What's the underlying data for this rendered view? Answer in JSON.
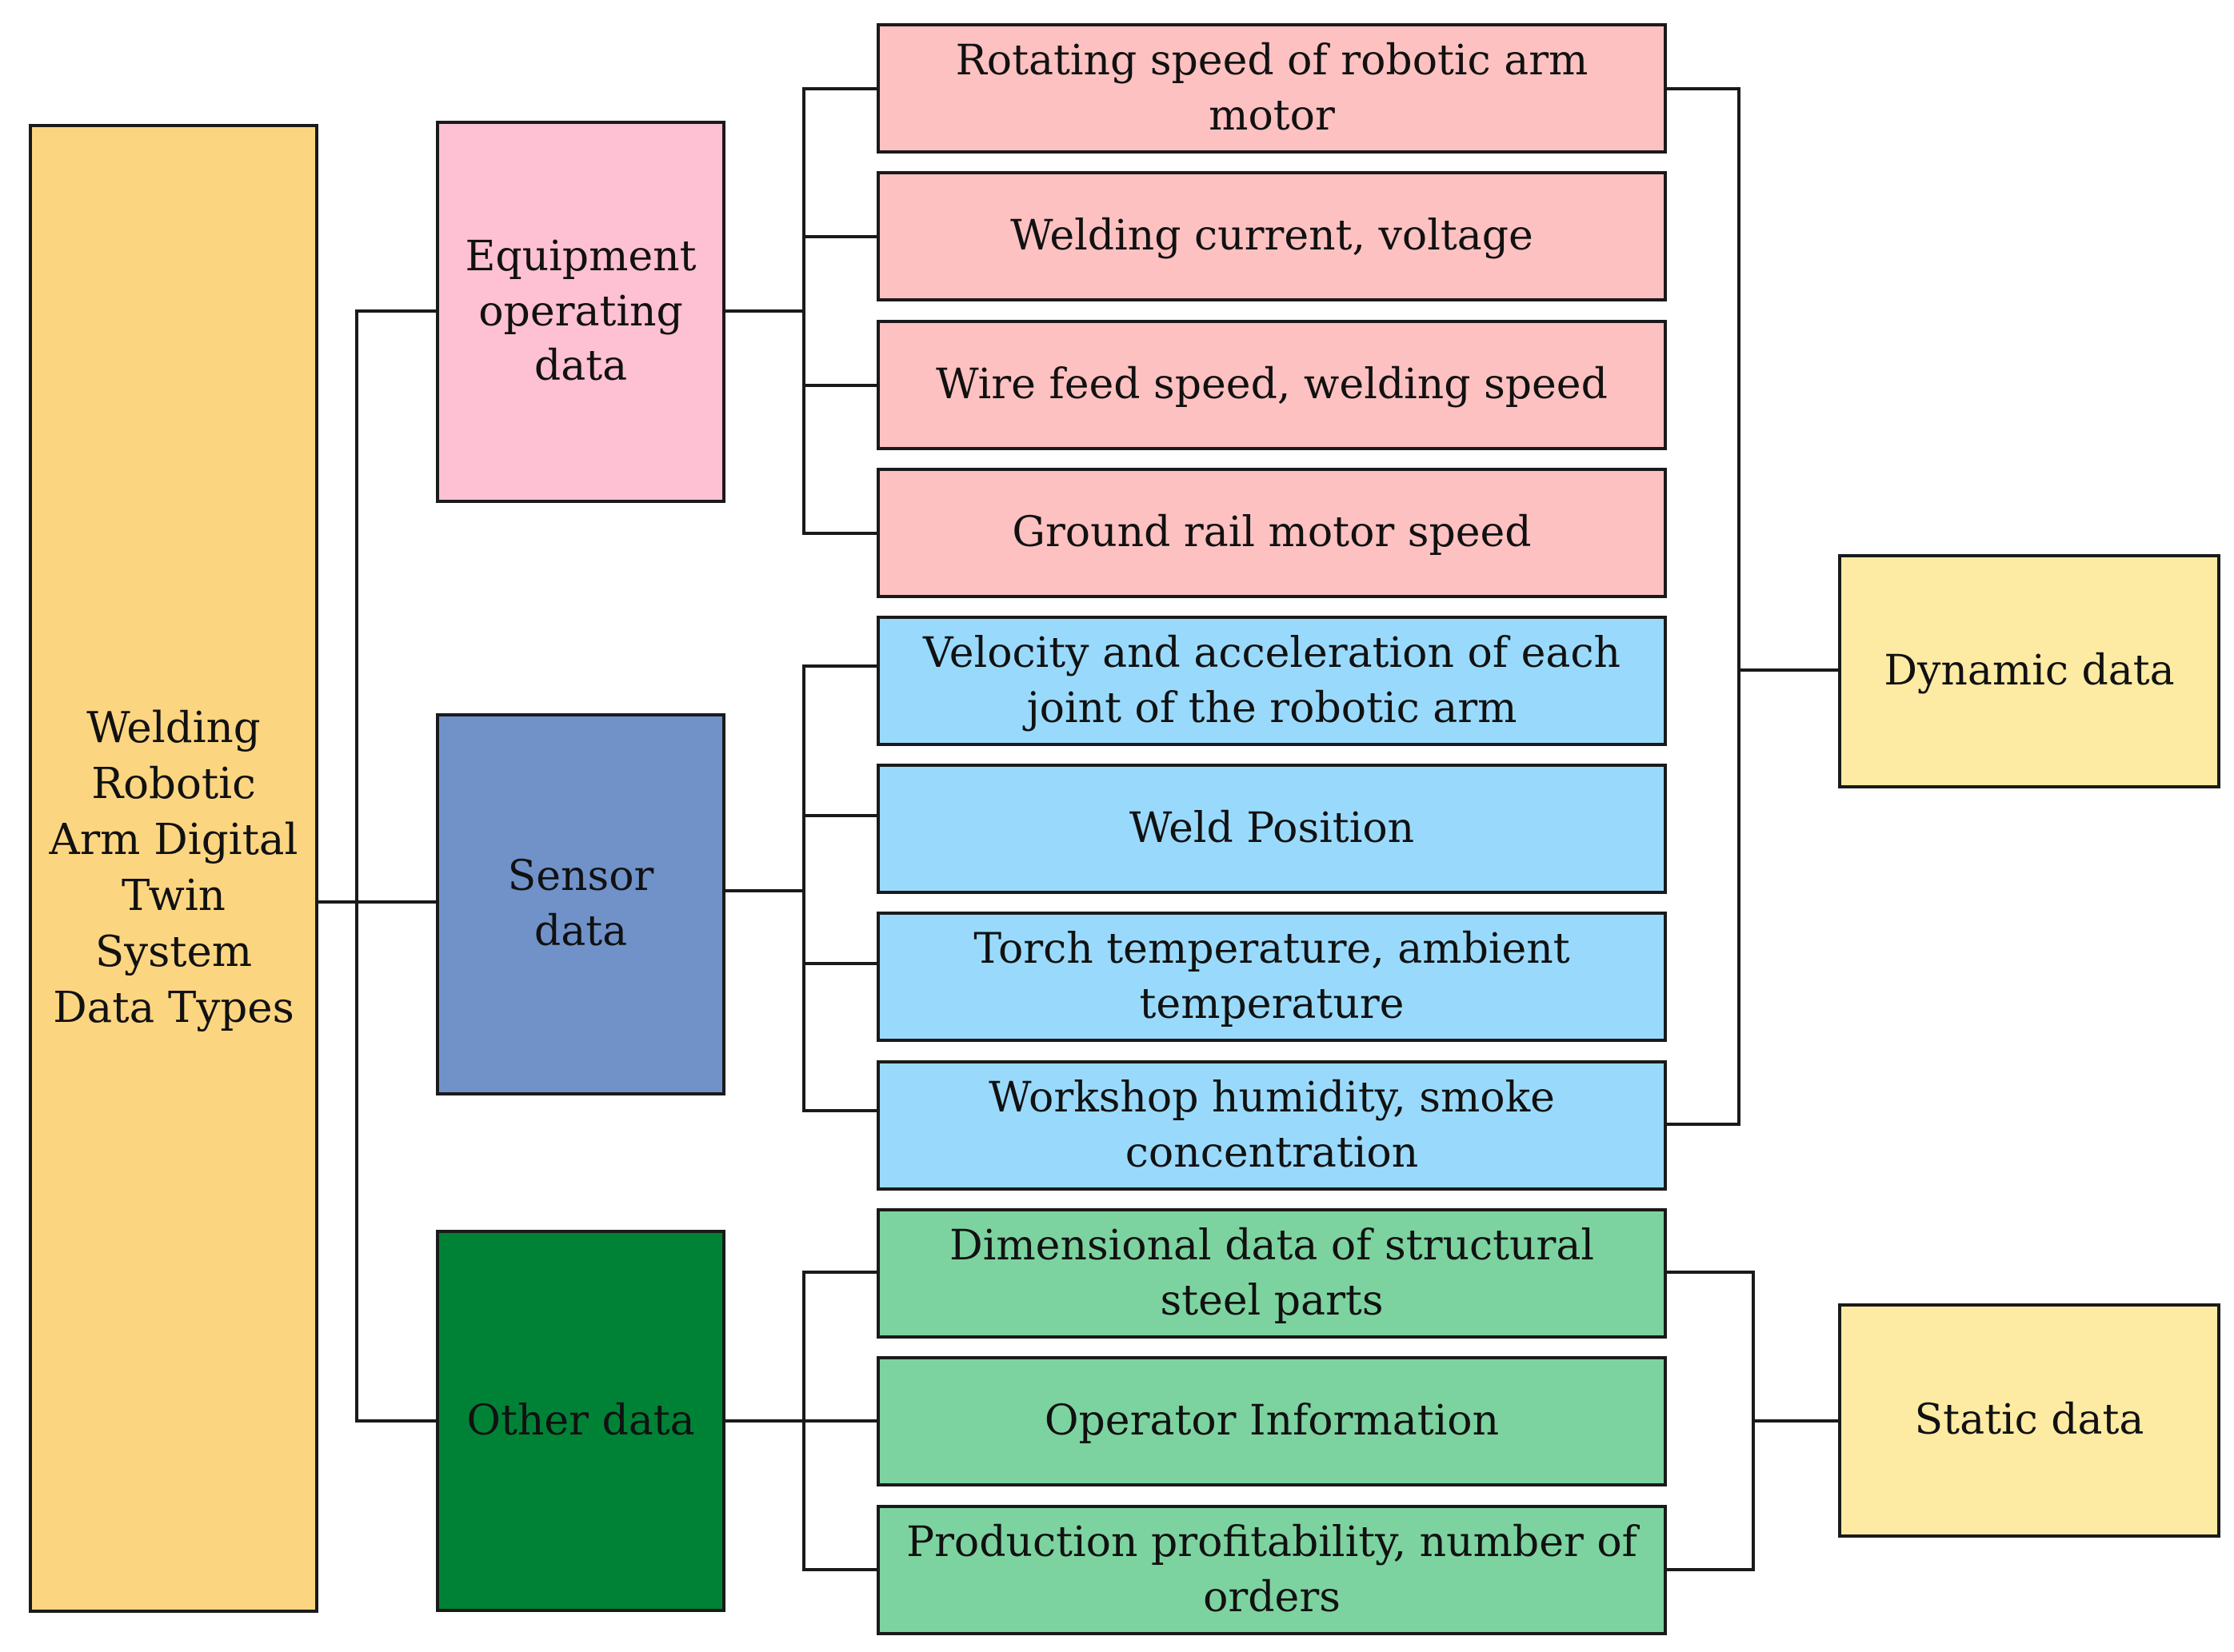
{
  "root": {
    "label": "Welding Robotic Arm Digital Twin System Data Types"
  },
  "categories": {
    "equipment": {
      "label": "Equipment operating data"
    },
    "sensor": {
      "label": "Sensor data"
    },
    "other": {
      "label": "Other data"
    }
  },
  "items": {
    "equipment": [
      "Rotating speed of robotic arm motor",
      "Welding current, voltage",
      "Wire feed speed, welding speed",
      "Ground rail motor speed"
    ],
    "sensor": [
      "Velocity and acceleration of each joint of the robotic arm",
      "Weld Position",
      "Torch temperature, ambient temperature",
      "Workshop humidity, smoke concentration"
    ],
    "other": [
      "Dimensional data of structural steel parts",
      "Operator Information",
      "Production profitability, number of orders"
    ]
  },
  "groups": {
    "dynamic": {
      "label": "Dynamic data"
    },
    "static": {
      "label": "Static data"
    }
  },
  "colors": {
    "root": "#fcd581",
    "equipment": "#fec0d3",
    "equipment_items": "#fec1c1",
    "sensor": "#7092c9",
    "sensor_items": "#99dafc",
    "other": "#008236",
    "other_items": "#7dd3a0",
    "groups": "#fdeba3",
    "lines": "#1a1a1a"
  }
}
